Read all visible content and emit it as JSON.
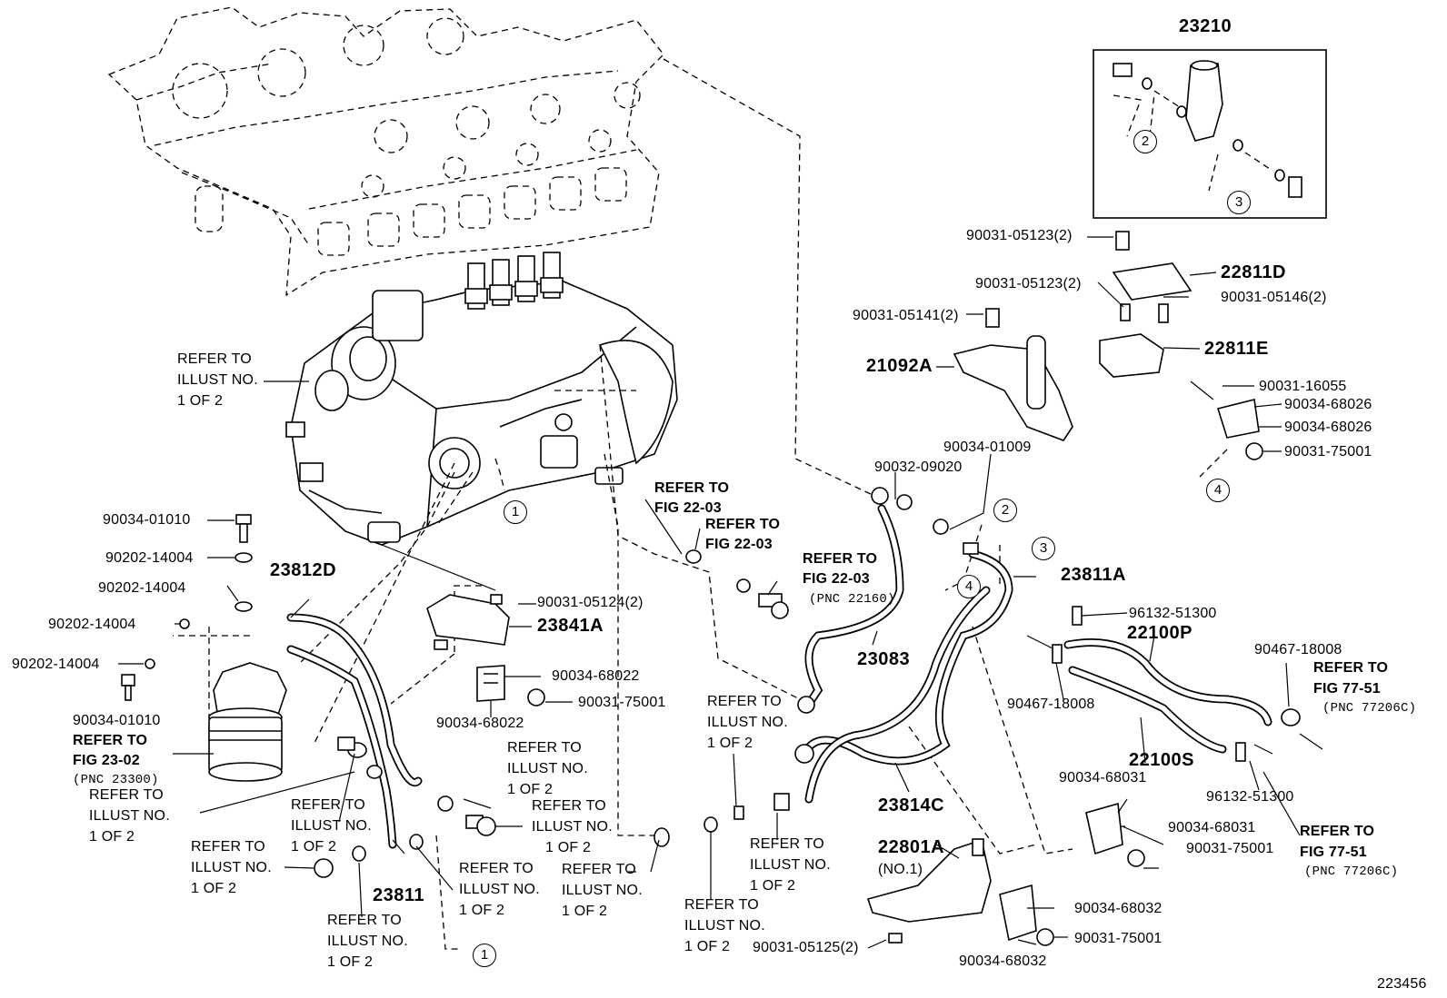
{
  "diagram_id": "223456",
  "part_numbers": {
    "p23210": "23210",
    "p22811D": "22811D",
    "p22811E": "22811E",
    "p21092A": "21092A",
    "p23812D": "23812D",
    "p23841A": "23841A",
    "p23811A": "23811A",
    "p22100P": "22100P",
    "p22100S": "22100S",
    "p23083": "23083",
    "p23814C": "23814C",
    "p22801A": "22801A",
    "p22801A_sub": "(NO.1)",
    "p23811": "23811"
  },
  "fasteners": {
    "f_05123_a": "90031-05123(2)",
    "f_05123_b": "90031-05123(2)",
    "f_05146": "90031-05146(2)",
    "f_05141": "90031-05141(2)",
    "f_16055": "90031-16055",
    "f_68026_a": "90034-68026",
    "f_68026_b": "90034-68026",
    "f_75001_a": "90031-75001",
    "f_01009": "90034-01009",
    "f_09020": "90032-09020",
    "f_01010_a": "90034-01010",
    "f_14004_a": "90202-14004",
    "f_14004_b": "90202-14004",
    "f_14004_c": "90202-14004",
    "f_14004_d": "90202-14004",
    "f_01010_b": "90034-01010",
    "f_05124": "90031-05124(2)",
    "f_68022_a": "90034-68022",
    "f_68022_b": "90034-68022",
    "f_75001_b": "90031-75001",
    "f_51300_a": "96132-51300",
    "f_51300_b": "96132-51300",
    "f_18008_a": "90467-18008",
    "f_18008_b": "90467-18008",
    "f_68031_a": "90034-68031",
    "f_68031_b": "90034-68031",
    "f_75001_c": "90031-75001",
    "f_68032_a": "90034-68032",
    "f_68032_b": "90034-68032",
    "f_75001_d": "90031-75001",
    "f_05125": "90031-05125(2)"
  },
  "references": {
    "refer_to": "REFER TO",
    "illust_no": "ILLUST NO.",
    "one_of_two": "1 OF 2",
    "fig_22_03": "FIG 22-03",
    "pnc_22160": "(PNC 22160)",
    "fig_23_02": "FIG 23-02",
    "pnc_23300": "(PNC 23300)",
    "fig_77_51": "FIG 77-51",
    "pnc_77206c": "(PNC 77206C)"
  },
  "callouts": {
    "c1": "1",
    "c2": "2",
    "c3": "3",
    "c4": "4"
  }
}
